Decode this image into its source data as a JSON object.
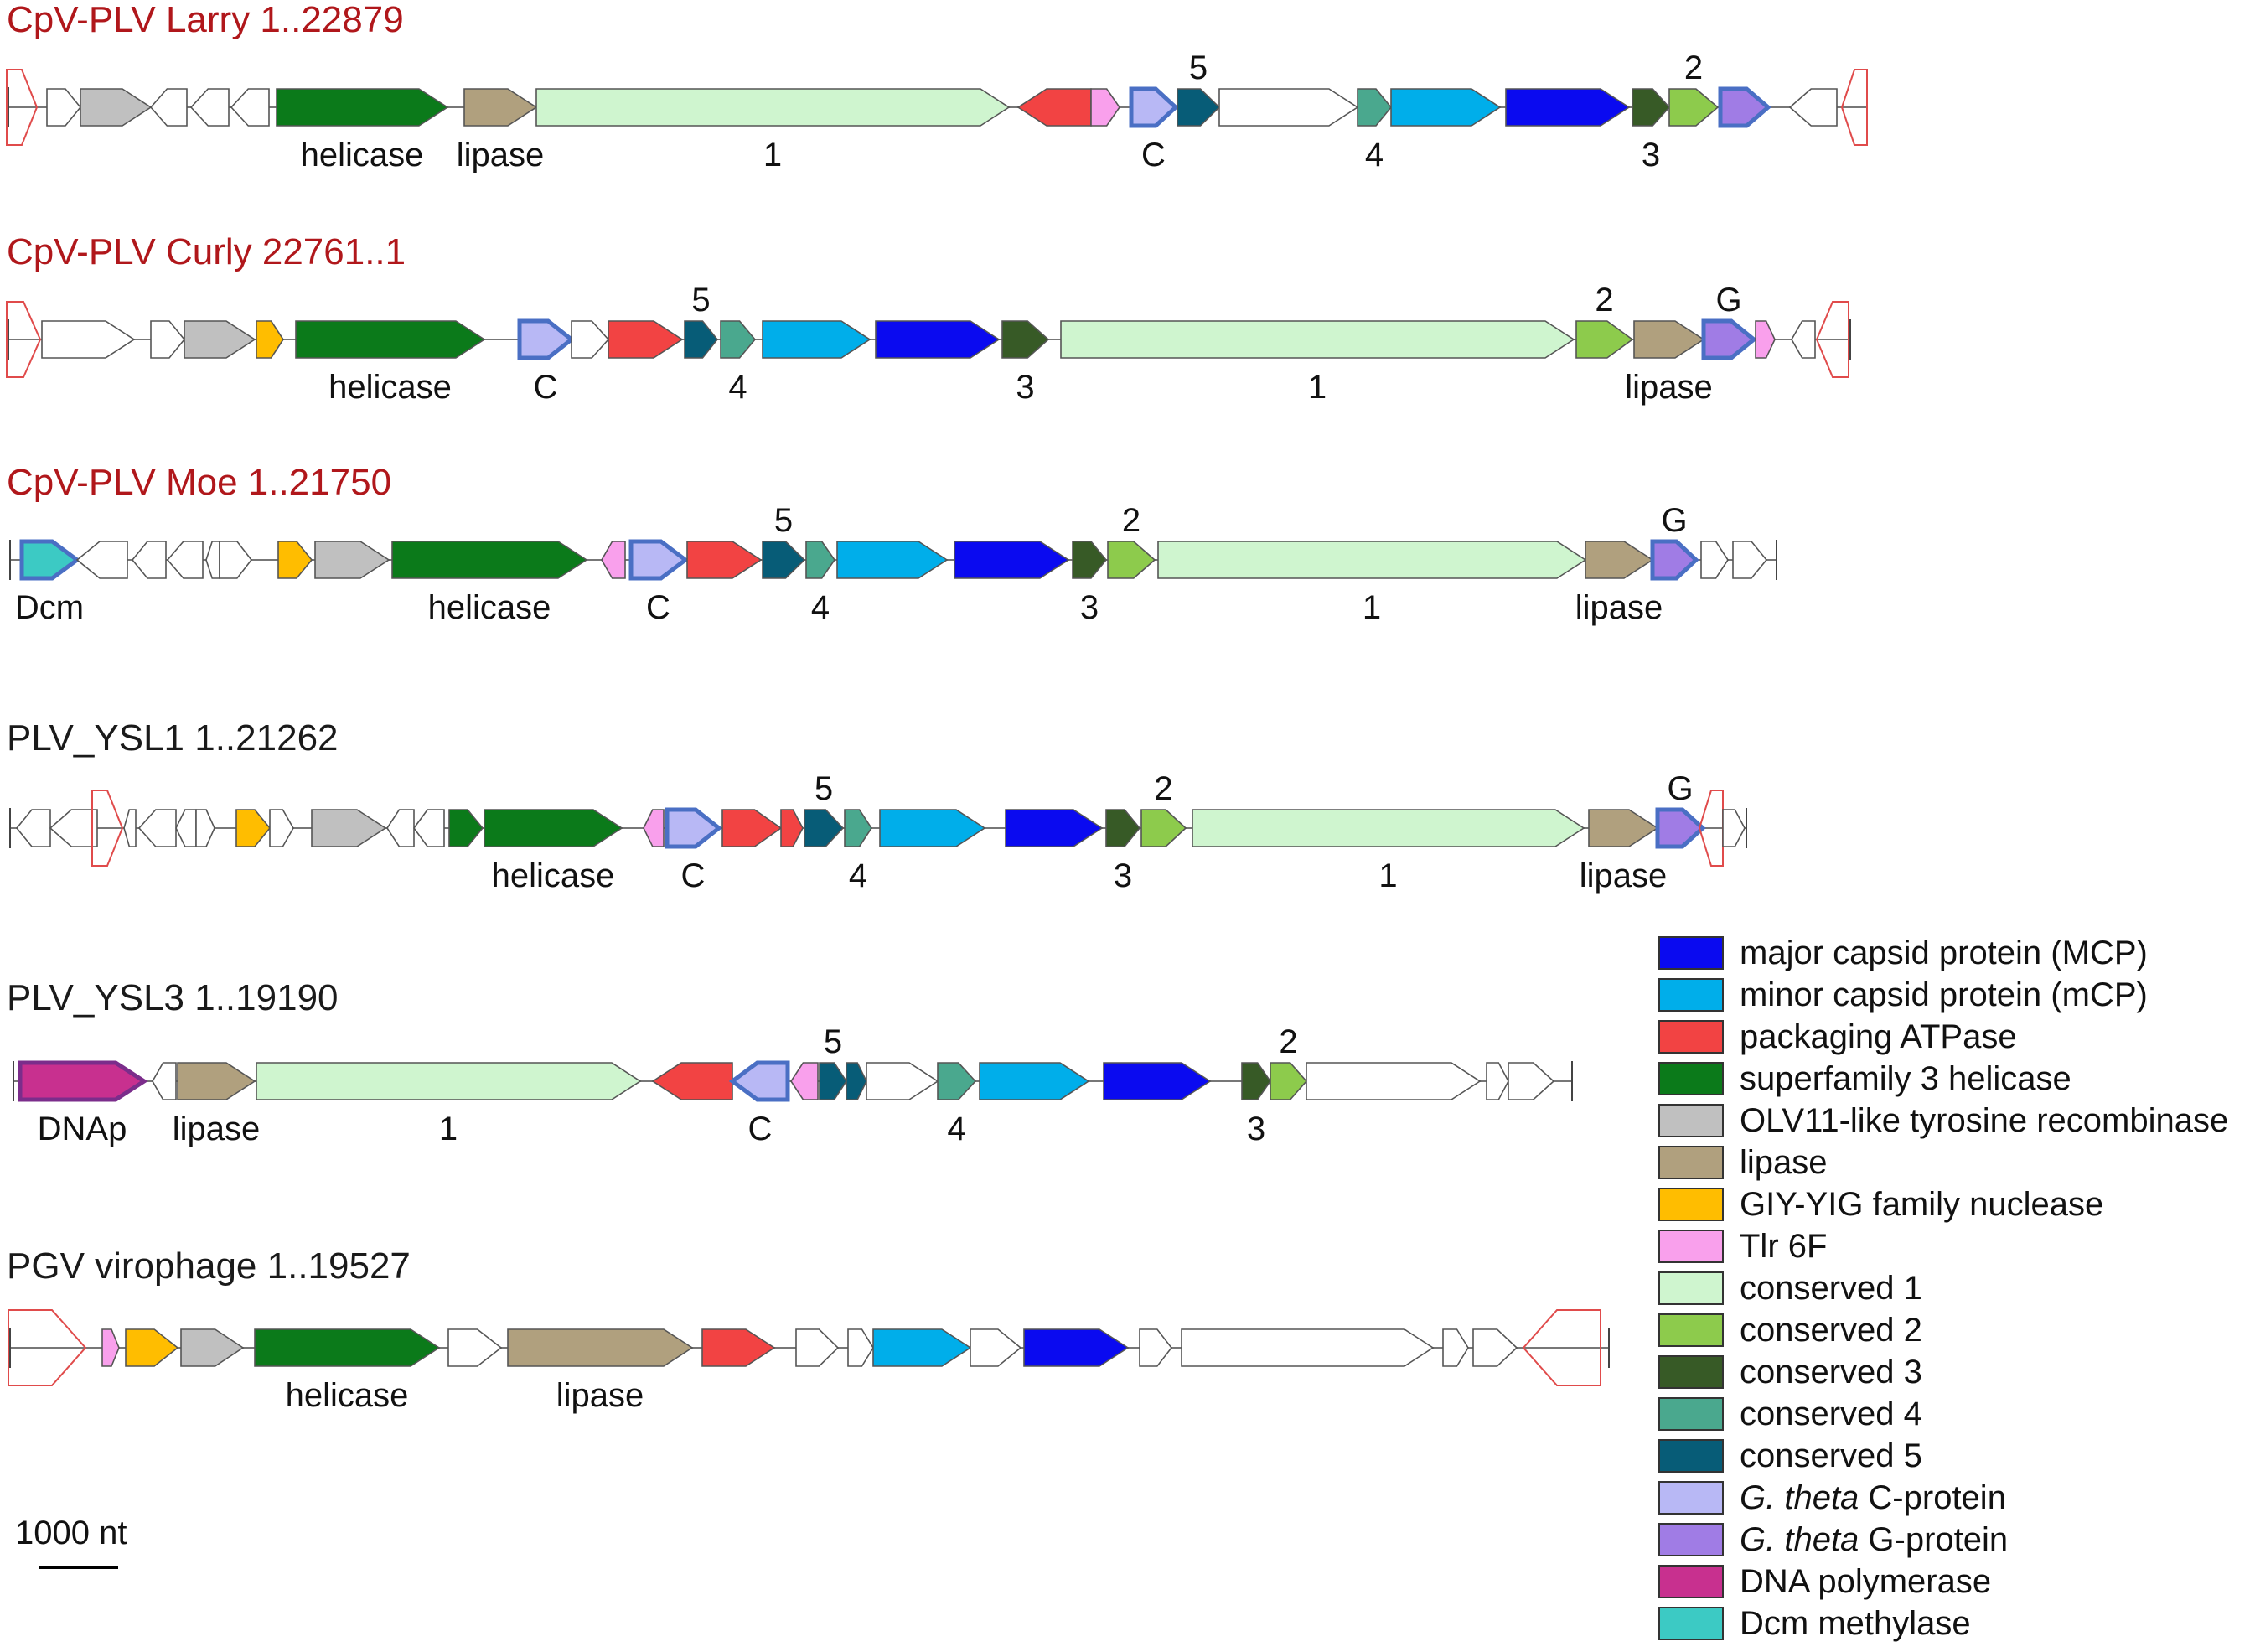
{
  "colors": {
    "title_red": "#b0171b",
    "title_black": "#1a1a1a",
    "itr_red": "#e04b4b",
    "outline": "#555555",
    "highlight_outline": "#4a6fc4",
    "dnap_outline": "#7b2d8b",
    "white": "#ffffff"
  },
  "categories": {
    "mcp": {
      "label": "major capsid protein (MCP)",
      "color": "#0a0af0"
    },
    "mcp2": {
      "label": "minor capsid protein (mCP)",
      "color": "#00aeea"
    },
    "atp": {
      "label": "packaging ATPase",
      "color": "#f24343"
    },
    "hel": {
      "label": "superfamily 3 helicase",
      "color": "#0b7a1a"
    },
    "rec": {
      "label": "OLV11-like tyrosine recombinase",
      "color": "#c0c0c0"
    },
    "lip": {
      "label": "lipase",
      "color": "#b0a07e"
    },
    "giy": {
      "label": "GIY-YIG family nuclease",
      "color": "#ffbd00"
    },
    "tlr": {
      "label": "Tlr 6F",
      "color": "#f9a0ec"
    },
    "c1": {
      "label": "conserved 1",
      "color": "#cff5cf"
    },
    "c2": {
      "label": "conserved 2",
      "color": "#8dcb4c"
    },
    "c3": {
      "label": "conserved 3",
      "color": "#375a26"
    },
    "c4": {
      "label": "conserved 4",
      "color": "#4aa88e"
    },
    "c5": {
      "label": "conserved 5",
      "color": "#075c77"
    },
    "gc": {
      "label": "C-protein",
      "italic_prefix": "G. theta",
      "color": "#b8b8f5"
    },
    "gg": {
      "label": "G-protein",
      "italic_prefix": "G. theta",
      "color": "#a07ce5"
    },
    "dnap": {
      "label": "DNA polymerase",
      "color": "#c8308f"
    },
    "dcm": {
      "label": "Dcm methylase",
      "color": "#3ccac4"
    }
  },
  "legend_order": [
    "mcp",
    "mcp2",
    "atp",
    "hel",
    "rec",
    "lip",
    "giy",
    "tlr",
    "c1",
    "c2",
    "c3",
    "c4",
    "c5",
    "gc",
    "gg",
    "dnap",
    "dcm"
  ],
  "scale_bar": {
    "label": "1000 nt"
  },
  "tracks": [
    {
      "id": "larry",
      "title": "CpV-PLV Larry  1..22879",
      "title_color": "title_red",
      "genes": [
        {
          "s": 0,
          "e": 36,
          "d": 1,
          "t": "itr"
        },
        {
          "s": 48,
          "e": 88,
          "d": 1
        },
        {
          "s": 88,
          "e": 172,
          "d": 1,
          "c": "rec"
        },
        {
          "s": 172,
          "e": 215,
          "d": -1
        },
        {
          "s": 220,
          "e": 265,
          "d": -1
        },
        {
          "s": 268,
          "e": 313,
          "d": -1
        },
        {
          "s": 322,
          "e": 526,
          "d": 1,
          "c": "hel",
          "label": "helicase"
        },
        {
          "s": 546,
          "e": 632,
          "d": 1,
          "c": "lip",
          "label": "lipase"
        },
        {
          "s": 632,
          "e": 1196,
          "d": 1,
          "c": "c1",
          "label": "1"
        },
        {
          "s": 1207,
          "e": 1294,
          "d": -1,
          "c": "atp"
        },
        {
          "s": 1294,
          "e": 1328,
          "d": 1,
          "c": "tlr"
        },
        {
          "s": 1342,
          "e": 1395,
          "d": 1,
          "c": "gc",
          "hl": true,
          "label": "C"
        },
        {
          "s": 1397,
          "e": 1447,
          "d": 1,
          "c": "c5",
          "top": "5"
        },
        {
          "s": 1447,
          "e": 1612,
          "d": 1
        },
        {
          "s": 1612,
          "e": 1652,
          "d": 1,
          "c": "c4",
          "label": "4"
        },
        {
          "s": 1652,
          "e": 1782,
          "d": 1,
          "c": "mcp2"
        },
        {
          "s": 1789,
          "e": 1936,
          "d": 1,
          "c": "mcp"
        },
        {
          "s": 1940,
          "e": 1984,
          "d": 1,
          "c": "c3",
          "label": "3"
        },
        {
          "s": 1984,
          "e": 2042,
          "d": 1,
          "c": "c2",
          "top": "2"
        },
        {
          "s": 2045,
          "e": 2102,
          "d": 1,
          "c": "gg",
          "hl": true
        },
        {
          "s": 2128,
          "e": 2184,
          "d": -1
        },
        {
          "s": 2190,
          "e": 2220,
          "d": -1,
          "t": "itr"
        }
      ]
    },
    {
      "id": "curly",
      "title": "CpV-PLV Curly   22761..1",
      "title_color": "title_red",
      "genes": [
        {
          "s": 0,
          "e": 40,
          "d": 1,
          "t": "itr"
        },
        {
          "s": 42,
          "e": 152,
          "d": 1
        },
        {
          "s": 172,
          "e": 212,
          "d": 1
        },
        {
          "s": 212,
          "e": 296,
          "d": 1,
          "c": "rec"
        },
        {
          "s": 298,
          "e": 330,
          "d": 1,
          "c": "giy"
        },
        {
          "s": 345,
          "e": 570,
          "d": 1,
          "c": "hel",
          "label": "helicase"
        },
        {
          "s": 612,
          "e": 674,
          "d": 1,
          "c": "gc",
          "hl": true,
          "label": "C"
        },
        {
          "s": 674,
          "e": 718,
          "d": 1
        },
        {
          "s": 718,
          "e": 806,
          "d": 1,
          "c": "atp"
        },
        {
          "s": 809,
          "e": 848,
          "d": 1,
          "c": "c5",
          "top": "5"
        },
        {
          "s": 852,
          "e": 893,
          "d": 1,
          "c": "c4",
          "label": "4"
        },
        {
          "s": 902,
          "e": 1030,
          "d": 1,
          "c": "mcp2"
        },
        {
          "s": 1037,
          "e": 1184,
          "d": 1,
          "c": "mcp"
        },
        {
          "s": 1188,
          "e": 1243,
          "d": 1,
          "c": "c3",
          "label": "3"
        },
        {
          "s": 1258,
          "e": 1870,
          "d": 1,
          "c": "c1",
          "label": "1"
        },
        {
          "s": 1873,
          "e": 1940,
          "d": 1,
          "c": "c2",
          "top": "2"
        },
        {
          "s": 1942,
          "e": 2025,
          "d": 1,
          "c": "lip",
          "label": "lipase"
        },
        {
          "s": 2025,
          "e": 2085,
          "d": 1,
          "c": "gg",
          "hl": true,
          "top": "G"
        },
        {
          "s": 2087,
          "e": 2110,
          "d": 1,
          "c": "tlr"
        },
        {
          "s": 2130,
          "e": 2158,
          "d": -1
        },
        {
          "s": 2160,
          "e": 2198,
          "d": -1,
          "t": "itr"
        }
      ]
    },
    {
      "id": "moe",
      "title": "CpV-PLV Moe   1..21750",
      "title_color": "title_red",
      "genes": [
        {
          "s": 16,
          "e": 82,
          "d": 1,
          "c": "dcm",
          "hl": true,
          "label": "Dcm"
        },
        {
          "s": 82,
          "e": 142,
          "d": -1
        },
        {
          "s": 148,
          "e": 188,
          "d": -1
        },
        {
          "s": 190,
          "e": 232,
          "d": -1
        },
        {
          "s": 236,
          "e": 252,
          "d": -1
        },
        {
          "s": 252,
          "e": 290,
          "d": 1
        },
        {
          "s": 322,
          "e": 362,
          "d": 1,
          "c": "giy"
        },
        {
          "s": 366,
          "e": 454,
          "d": 1,
          "c": "rec"
        },
        {
          "s": 458,
          "e": 690,
          "d": 1,
          "c": "hel",
          "label": "helicase"
        },
        {
          "s": 708,
          "e": 736,
          "d": -1,
          "c": "tlr"
        },
        {
          "s": 743,
          "e": 808,
          "d": 1,
          "c": "gc",
          "hl": true,
          "label": "C"
        },
        {
          "s": 810,
          "e": 898,
          "d": 1,
          "c": "atp"
        },
        {
          "s": 900,
          "e": 950,
          "d": 1,
          "c": "c5",
          "top": "5"
        },
        {
          "s": 952,
          "e": 986,
          "d": 1,
          "c": "c4",
          "label": "4"
        },
        {
          "s": 989,
          "e": 1120,
          "d": 1,
          "c": "mcp2"
        },
        {
          "s": 1129,
          "e": 1265,
          "d": 1,
          "c": "mcp"
        },
        {
          "s": 1270,
          "e": 1310,
          "d": 1,
          "c": "c3",
          "label": "3"
        },
        {
          "s": 1312,
          "e": 1368,
          "d": 1,
          "c": "c2",
          "top": "2"
        },
        {
          "s": 1372,
          "e": 1882,
          "d": 1,
          "c": "c1",
          "label": "1"
        },
        {
          "s": 1882,
          "e": 1962,
          "d": 1,
          "c": "lip",
          "label": "lipase"
        },
        {
          "s": 1962,
          "e": 2014,
          "d": 1,
          "c": "gg",
          "hl": true,
          "top": "G"
        },
        {
          "s": 2020,
          "e": 2052,
          "d": 1
        },
        {
          "s": 2058,
          "e": 2098,
          "d": 1
        }
      ]
    },
    {
      "id": "ysl1",
      "title": "PLV_YSL1 1..21262",
      "title_color": "title_black",
      "genes": [
        {
          "s": 10,
          "e": 50,
          "d": -1
        },
        {
          "s": 50,
          "e": 106,
          "d": -1
        },
        {
          "s": 100,
          "e": 136,
          "d": 1,
          "t": "itr"
        },
        {
          "s": 138,
          "e": 152,
          "d": -1
        },
        {
          "s": 156,
          "e": 200,
          "d": -1
        },
        {
          "s": 200,
          "e": 224,
          "d": -1
        },
        {
          "s": 224,
          "e": 246,
          "d": 1
        },
        {
          "s": 272,
          "e": 312,
          "d": 1,
          "c": "giy"
        },
        {
          "s": 312,
          "e": 340,
          "d": 1
        },
        {
          "s": 362,
          "e": 450,
          "d": 1,
          "c": "rec"
        },
        {
          "s": 452,
          "e": 484,
          "d": -1
        },
        {
          "s": 484,
          "e": 520,
          "d": -1
        },
        {
          "s": 526,
          "e": 566,
          "d": 1,
          "c": "hel"
        },
        {
          "s": 568,
          "e": 732,
          "d": 1,
          "c": "hel",
          "label": "helicase"
        },
        {
          "s": 758,
          "e": 782,
          "d": -1,
          "c": "tlr"
        },
        {
          "s": 786,
          "e": 848,
          "d": 1,
          "c": "gc",
          "hl": true,
          "label": "C"
        },
        {
          "s": 852,
          "e": 922,
          "d": 1,
          "c": "atp"
        },
        {
          "s": 922,
          "e": 948,
          "d": 1,
          "c": "atp"
        },
        {
          "s": 950,
          "e": 996,
          "d": 1,
          "c": "c5",
          "top": "5"
        },
        {
          "s": 998,
          "e": 1030,
          "d": 1,
          "c": "c4",
          "label": "4"
        },
        {
          "s": 1040,
          "e": 1165,
          "d": 1,
          "c": "mcp2"
        },
        {
          "s": 1190,
          "e": 1305,
          "d": 1,
          "c": "mcp"
        },
        {
          "s": 1310,
          "e": 1350,
          "d": 1,
          "c": "c3",
          "label": "3"
        },
        {
          "s": 1352,
          "e": 1405,
          "d": 1,
          "c": "c2",
          "top": "2"
        },
        {
          "s": 1413,
          "e": 1880,
          "d": 1,
          "c": "c1",
          "label": "1"
        },
        {
          "s": 1886,
          "e": 1968,
          "d": 1,
          "c": "lip",
          "label": "lipase"
        },
        {
          "s": 1968,
          "e": 2022,
          "d": 1,
          "c": "gg",
          "hl": true,
          "top": "G"
        },
        {
          "s": 2018,
          "e": 2046,
          "d": -1,
          "t": "itr"
        },
        {
          "s": 2046,
          "e": 2072,
          "d": 1
        }
      ]
    },
    {
      "id": "ysl3",
      "title": "PLV_YSL3 1..19190",
      "title_color": "title_black",
      "genes": [
        {
          "s": 10,
          "e": 158,
          "d": 1,
          "c": "dnap",
          "hl": true,
          "label": "DNAp"
        },
        {
          "s": 168,
          "e": 196,
          "d": -1
        },
        {
          "s": 198,
          "e": 290,
          "d": 1,
          "c": "lip",
          "label": "lipase"
        },
        {
          "s": 292,
          "e": 750,
          "d": 1,
          "c": "c1",
          "label": "1"
        },
        {
          "s": 765,
          "e": 860,
          "d": -1,
          "c": "atp"
        },
        {
          "s": 860,
          "e": 926,
          "d": -1,
          "c": "gc",
          "hl": true,
          "label": "C"
        },
        {
          "s": 930,
          "e": 962,
          "d": -1,
          "c": "tlr"
        },
        {
          "s": 964,
          "e": 996,
          "d": 1,
          "c": "c5",
          "top": "5"
        },
        {
          "s": 996,
          "e": 1020,
          "d": 1,
          "c": "c5"
        },
        {
          "s": 1020,
          "e": 1105,
          "d": 1
        },
        {
          "s": 1105,
          "e": 1150,
          "d": 1,
          "c": "c4",
          "label": "4"
        },
        {
          "s": 1155,
          "e": 1285,
          "d": 1,
          "c": "mcp2"
        },
        {
          "s": 1303,
          "e": 1430,
          "d": 1,
          "c": "mcp"
        },
        {
          "s": 1468,
          "e": 1502,
          "d": 1,
          "c": "c3",
          "label": "3"
        },
        {
          "s": 1502,
          "e": 1545,
          "d": 1,
          "c": "c2",
          "top": "2"
        },
        {
          "s": 1545,
          "e": 1752,
          "d": 1
        },
        {
          "s": 1760,
          "e": 1786,
          "d": 1
        },
        {
          "s": 1786,
          "e": 1840,
          "d": 1
        }
      ]
    },
    {
      "id": "pgv",
      "title": "PGV virophage 1..19527",
      "title_color": "title_black",
      "genes": [
        {
          "s": 0,
          "e": 92,
          "d": 1,
          "t": "itr"
        },
        {
          "s": 112,
          "e": 132,
          "d": 1,
          "c": "tlr"
        },
        {
          "s": 140,
          "e": 202,
          "d": 1,
          "c": "giy"
        },
        {
          "s": 206,
          "e": 280,
          "d": 1,
          "c": "rec"
        },
        {
          "s": 294,
          "e": 514,
          "d": 1,
          "c": "hel",
          "label": "helicase"
        },
        {
          "s": 525,
          "e": 588,
          "d": 1
        },
        {
          "s": 596,
          "e": 816,
          "d": 1,
          "c": "lip",
          "label": "lipase"
        },
        {
          "s": 828,
          "e": 914,
          "d": 1,
          "c": "atp"
        },
        {
          "s": 940,
          "e": 990,
          "d": 1
        },
        {
          "s": 1002,
          "e": 1032,
          "d": 1
        },
        {
          "s": 1032,
          "e": 1148,
          "d": 1,
          "c": "mcp2"
        },
        {
          "s": 1148,
          "e": 1208,
          "d": 1
        },
        {
          "s": 1212,
          "e": 1336,
          "d": 1,
          "c": "mcp"
        },
        {
          "s": 1350,
          "e": 1388,
          "d": 1
        },
        {
          "s": 1400,
          "e": 1700,
          "d": 1
        },
        {
          "s": 1712,
          "e": 1742,
          "d": 1
        },
        {
          "s": 1748,
          "e": 1800,
          "d": 1
        },
        {
          "s": 1808,
          "e": 1900,
          "d": -1,
          "t": "itr"
        }
      ]
    }
  ]
}
